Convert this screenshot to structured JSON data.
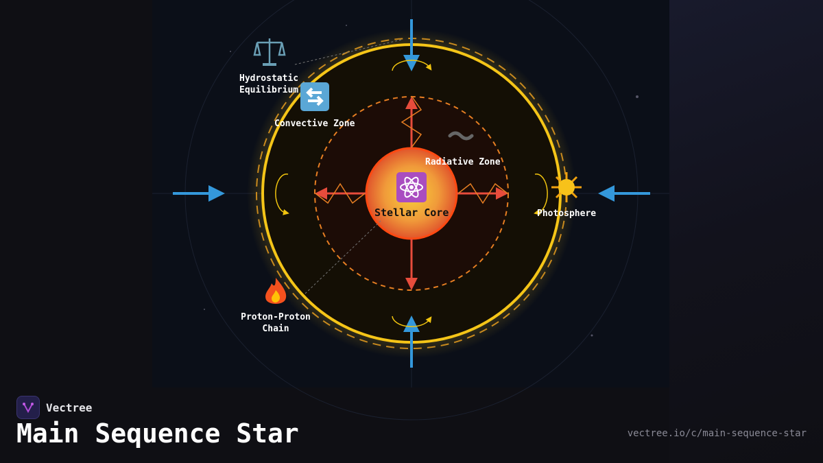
{
  "diagram": {
    "labels": {
      "hydrostatic": "Hydrostatic\nEquilibrium",
      "convective": "Convective Zone",
      "radiative": "Radiative Zone",
      "core": "Stellar Core",
      "photosphere": "Photosphere",
      "pp_chain": "Proton-Proton\nChain"
    },
    "colors": {
      "gravity": "#3498db",
      "radiation": "#e74c3c",
      "convection": "#f1c40f",
      "surface": "#f5c518",
      "radiative_boundary": "#e67e22"
    }
  },
  "footer": {
    "brand": "Vectree",
    "title": "Main Sequence Star",
    "url": "vectree.io/c/main-sequence-star"
  }
}
